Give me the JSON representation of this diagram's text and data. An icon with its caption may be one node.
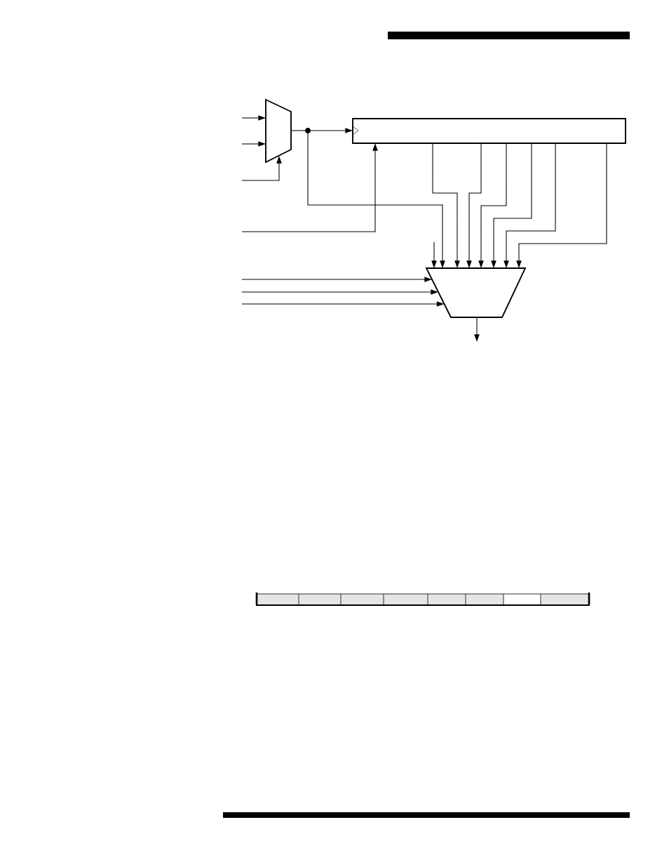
{
  "diagram": {
    "nodes": [
      {
        "text": [],
        "shape": "trapezoid"
      },
      {
        "text": [],
        "shape": "circle"
      },
      {
        "text": [],
        "shape": "box"
      },
      {
        "text": [],
        "shape": "trapezoid"
      }
    ],
    "edges": [
      {
        "from": null,
        "to": 0,
        "arrow": "to"
      },
      {
        "from": null,
        "to": 0,
        "arrow": "to"
      },
      {
        "from": null,
        "to": 0,
        "arrow": "to"
      },
      {
        "from": 0,
        "to": 1,
        "arrow": "none"
      },
      {
        "from": 1,
        "to": 2,
        "arrow": "to"
      },
      {
        "from": 1,
        "to": 3,
        "arrow": "to"
      },
      {
        "from": null,
        "to": 2,
        "arrow": "to"
      },
      {
        "from": null,
        "to": 3,
        "arrow": "to"
      },
      {
        "from": 2,
        "to": 3,
        "arrow": "to"
      },
      {
        "from": 2,
        "to": 3,
        "arrow": "to"
      },
      {
        "from": 2,
        "to": 3,
        "arrow": "to"
      },
      {
        "from": 2,
        "to": 3,
        "arrow": "to"
      },
      {
        "from": 2,
        "to": 3,
        "arrow": "to"
      },
      {
        "from": 2,
        "to": 3,
        "arrow": "to"
      },
      {
        "from": null,
        "to": 3,
        "arrow": "to"
      },
      {
        "from": null,
        "to": 3,
        "arrow": "to"
      },
      {
        "from": null,
        "to": 3,
        "arrow": "to"
      },
      {
        "from": 3,
        "to": null,
        "arrow": "to"
      }
    ]
  }
}
